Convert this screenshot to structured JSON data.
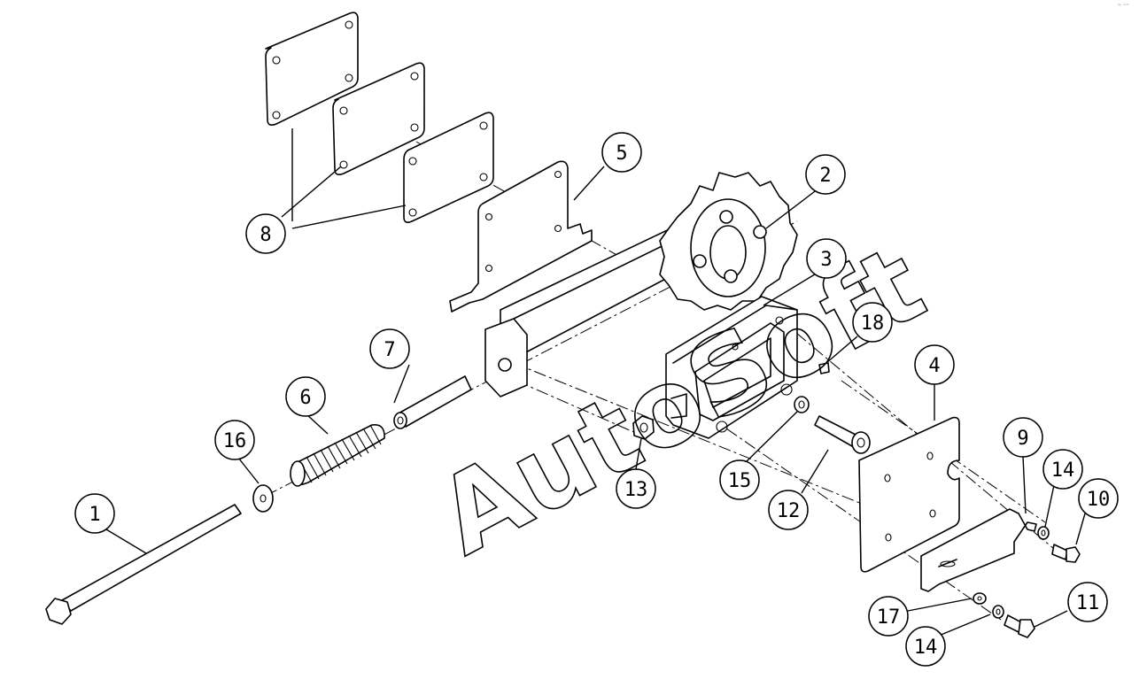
{
  "watermark": "AutoSoft",
  "corner_mark": "ᵃᵖ ˢᵒᶠᵗ",
  "callouts": [
    {
      "label": "1"
    },
    {
      "label": "2"
    },
    {
      "label": "3"
    },
    {
      "label": "4"
    },
    {
      "label": "5"
    },
    {
      "label": "6"
    },
    {
      "label": "7"
    },
    {
      "label": "8"
    },
    {
      "label": "9"
    },
    {
      "label": "10"
    },
    {
      "label": "11"
    },
    {
      "label": "12"
    },
    {
      "label": "13"
    },
    {
      "label": "14"
    },
    {
      "label": "14"
    },
    {
      "label": "15"
    },
    {
      "label": "16"
    },
    {
      "label": "17"
    },
    {
      "label": "18"
    }
  ]
}
